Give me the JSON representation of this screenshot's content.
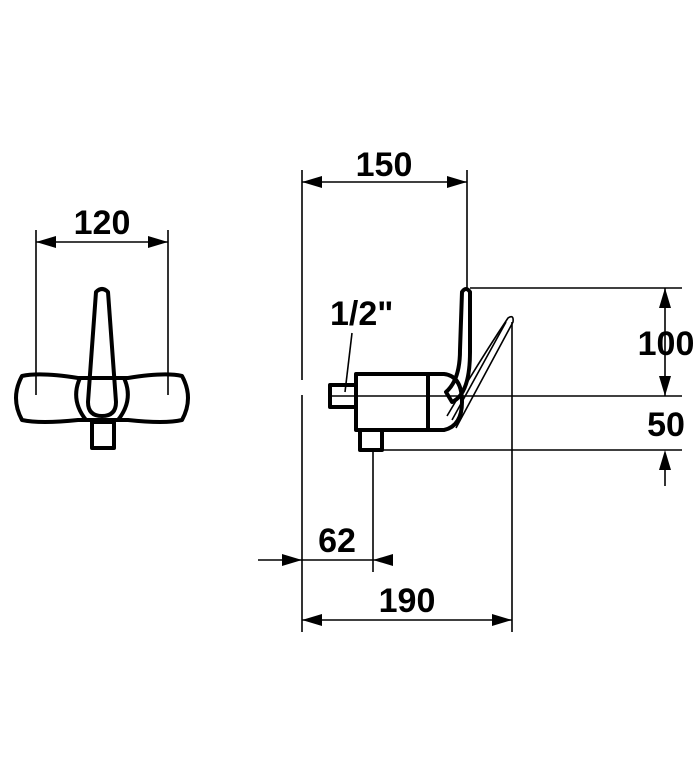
{
  "dimensions": {
    "front_width": "120",
    "side_depth_top": "150",
    "thread_size": "1/2\"",
    "height_upper": "100",
    "height_lower": "50",
    "offset_inlet": "62",
    "total_depth": "190"
  }
}
